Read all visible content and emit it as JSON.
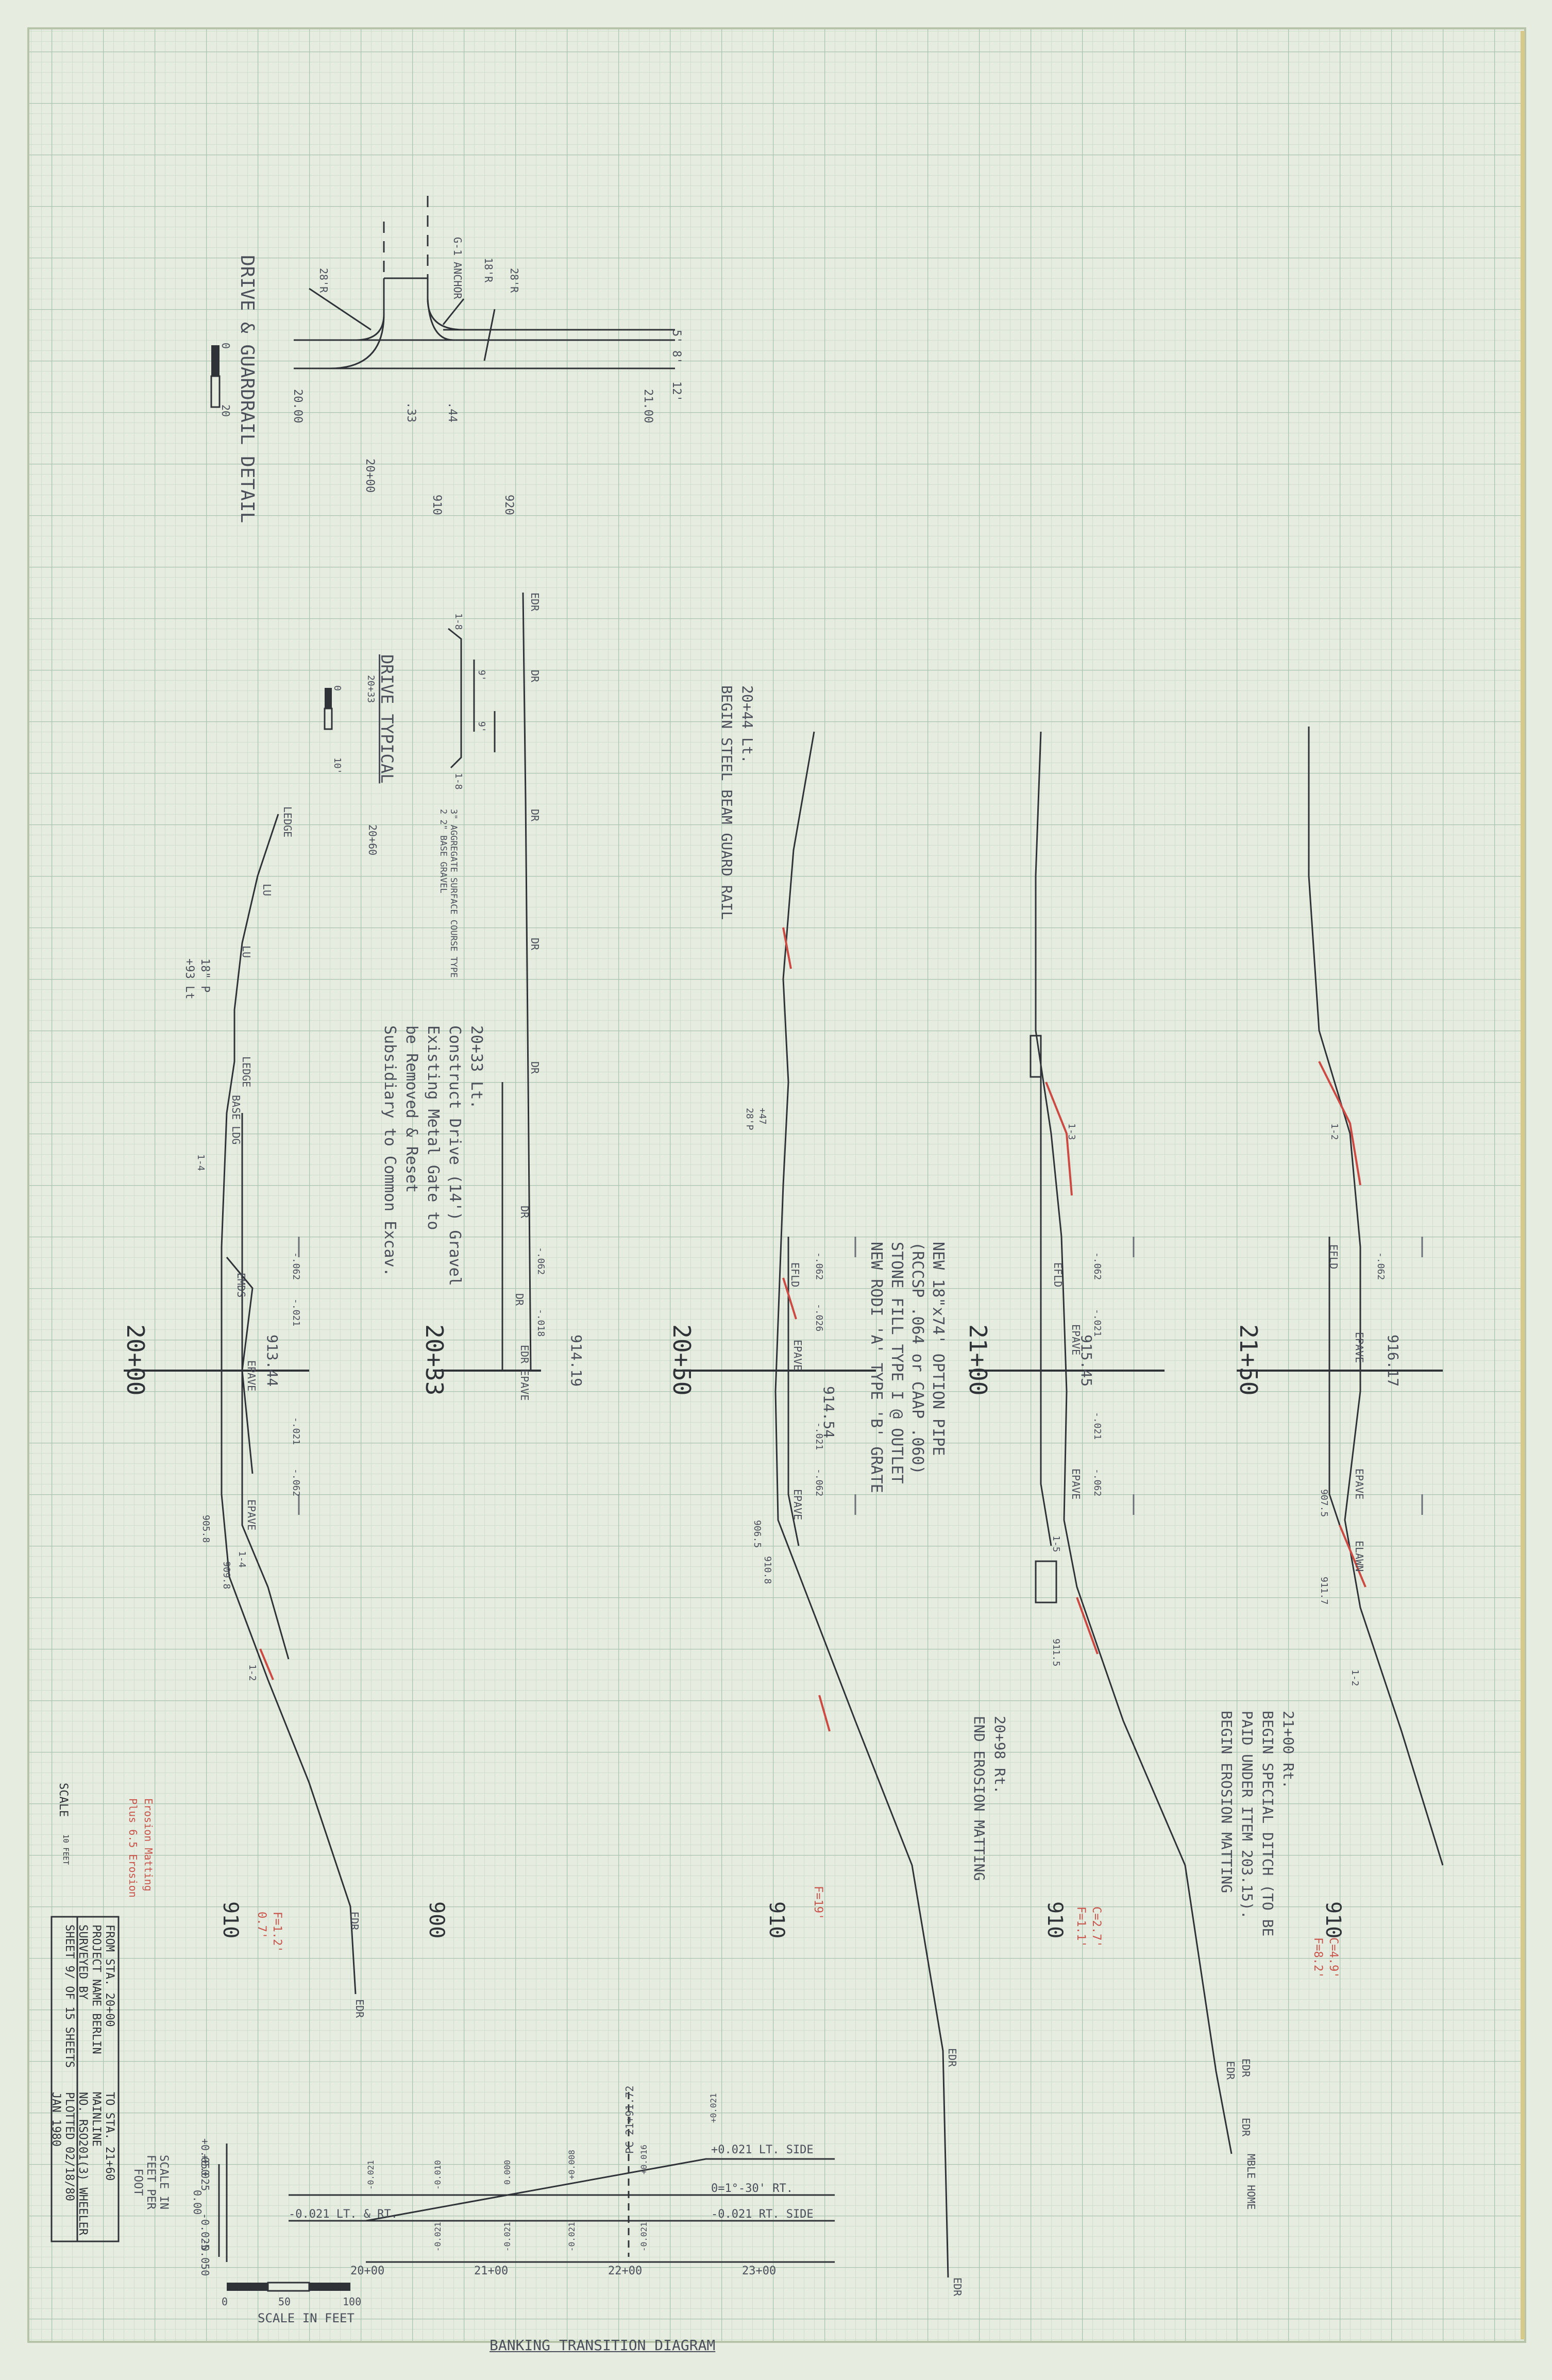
{
  "colors": {
    "paper": "#e4ebde",
    "grid_minor": "#c2d4c3",
    "grid_major": "#9fbaa5",
    "ink": "#2f3338",
    "red": "#cc4a44",
    "pencil": "#6a6f78"
  },
  "drive_detail": {
    "title": "DRIVE & GUARDRAIL DETAIL",
    "labels": [
      "G-1 ANCHOR",
      "18'R",
      "28'R",
      "28'R",
      "5'",
      "8'",
      "12'",
      "20.00",
      "21.00",
      ".33",
      ".44",
      "20+00",
      "910",
      "920"
    ],
    "scale_labels": [
      "0",
      "20"
    ]
  },
  "drive_typical": {
    "title": "DRIVE TYPICAL",
    "scale_note": "20+33",
    "labels": [
      "1-8",
      "1-8",
      "9'",
      "9'",
      "20+60",
      "3\" AGGREGATE SURFACE COURSE TYPE 2 2\" BASE GRAVEL"
    ],
    "scale_labels": [
      "0",
      "10'"
    ]
  },
  "notes": {
    "n1": [
      "20+33 Lt.",
      "Construct Drive (14') Gravel",
      "Existing Metal Gate to",
      "be Removed & Reset",
      "Subsidiary to Common Excav."
    ],
    "n2": [
      "20+44 Lt.",
      "BEGIN STEEL BEAM GUARD RAIL"
    ],
    "n3": [
      "NEW 18\"x74' OPTION PIPE",
      "(RCCSP .064 or CAAP .060)",
      "STONE FILL TYPE I @ OUTLET",
      "NEW RODI 'A' TYPE 'B' GRATE"
    ],
    "n4": [
      "20+98 Rt.",
      "END EROSION MATTING"
    ],
    "n5": [
      "21+00 Rt.",
      "BEGIN SPECIAL DITCH (TO BE",
      "PAID UNDER ITEM 203.15).",
      "BEGIN EROSION MATTING"
    ],
    "stations": [
      "20+00",
      "20+33",
      "20+50",
      "21+00",
      "21+50"
    ],
    "elevations": [
      "913.44",
      "914.19",
      "914.54",
      "915.45",
      "916.17"
    ],
    "elev_rows": [
      "910",
      "900",
      "910",
      "910",
      "910"
    ]
  },
  "cross_labels": {
    "s1": [
      "LEDGE",
      "LU",
      "LU",
      "LEDGE",
      "BASE LDG",
      "EMDS",
      "EPAVE",
      "EPAVE",
      "EDR",
      "EDR",
      "1-4",
      "1-2",
      "1-4",
      "-.062",
      "-.021",
      "-.021",
      "-.062",
      "905.8",
      "909.8",
      "18\" P",
      "+93 Lt"
    ],
    "s2": [
      "EDR",
      "DR",
      "DR",
      "DR",
      "DR",
      "DR",
      "DR",
      "EDR EPAVE",
      "-.062",
      "-.018"
    ],
    "s3": [
      "EFLD",
      "EPAVE",
      "EPAVE",
      "EDR",
      "EDR",
      "-.062",
      "-.026",
      "-.021",
      "-.062",
      "+47",
      "28'P",
      "906.5",
      "910.8"
    ],
    "s4": [
      "EFLD",
      "EPAVE",
      "EPAVE",
      "EDR",
      "-.062",
      "-.021",
      "-.021",
      "-.062",
      "1-3",
      "1-5",
      "911.5"
    ],
    "s5": [
      "EFLD",
      "EPAVE",
      "EPAVE",
      "ELAWN",
      "EDR",
      "EDR",
      "MBLE HOME",
      "1-2",
      "1-2",
      "907.5",
      "911.7",
      "-.062"
    ]
  },
  "red_notes": [
    "C=4.9'",
    "F=8.2'",
    "C=2.7'",
    "F=1.1'",
    "F=1.2'",
    "0.7'",
    "F=19'",
    "Erosion Matting",
    "Plus 6.5 Erosion"
  ],
  "title_block": {
    "scale_label": "SCALE",
    "scale_value": "10 FEET",
    "from": "FROM STA. 20+00",
    "to": "TO STA. 21+60",
    "project": "PROJECT NAME  BERLIN",
    "project_no": "NO.  RSO201(3)",
    "mainline": "MAINLINE",
    "surveyed": "SURVEYED BY",
    "surveyor": "WHEELER",
    "plotted": "PLOTTED  02/18/80",
    "date": "JAN 1980",
    "sheet": "SHEET 9/ OF 15 SHEETS"
  },
  "banking": {
    "title": "BANKING TRANSITION DIAGRAM",
    "pc_label": "PC 21+91.72",
    "scale_text": "SCALE IN FEET PER FOOT",
    "y_ticks": [
      "+0.050",
      "+0.025",
      "0.00",
      "-0.025",
      "-0.050"
    ],
    "x_ticks": [
      "20+00",
      "21+00",
      "22+00",
      "23+00"
    ],
    "line_labels": [
      "+0.021  LT. SIDE",
      "0=1°-30' RT.",
      "-0.021  RT. SIDE",
      "-0.021  LT. & RT."
    ],
    "small_vals": [
      "-0.021",
      "-0.010",
      "0.000",
      "+0.008",
      "+0.016",
      "+0.021",
      "-0.021",
      "-0.021",
      "-0.021",
      "-0.021"
    ],
    "scale_bar": [
      "0",
      "50",
      "100"
    ],
    "scale_bar_label": "SCALE IN FEET"
  }
}
